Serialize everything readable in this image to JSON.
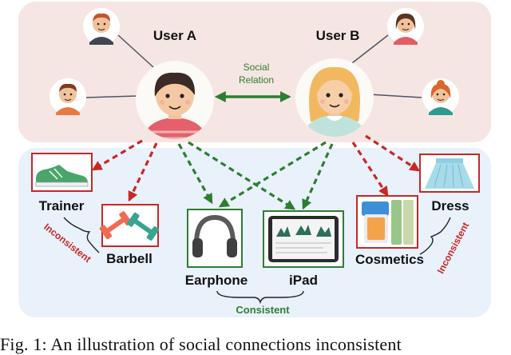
{
  "users": {
    "a": {
      "name": "User A"
    },
    "b": {
      "name": "User B"
    }
  },
  "relation_label_line1": "Social",
  "relation_label_line2": "Relation",
  "items": {
    "trainer": "Trainer",
    "barbell": "Barbell",
    "earphone": "Earphone",
    "ipad": "iPad",
    "cosmetics": "Cosmetics",
    "dress": "Dress"
  },
  "labels": {
    "consistent": "Consistent",
    "inconsistent_left": "Inconsistent",
    "inconsistent_right": "Inconsistent"
  },
  "caption": "Fig. 1: An illustration of social connections inconsistent",
  "colors": {
    "top_panel": "#f6e6e3",
    "bottom_panel": "#e9f1fb",
    "consistent_arrow": "#2e7d32",
    "inconsistent_arrow": "#c62828",
    "consistent_text": "#2e7d32",
    "inconsistent_text": "#c62828"
  }
}
